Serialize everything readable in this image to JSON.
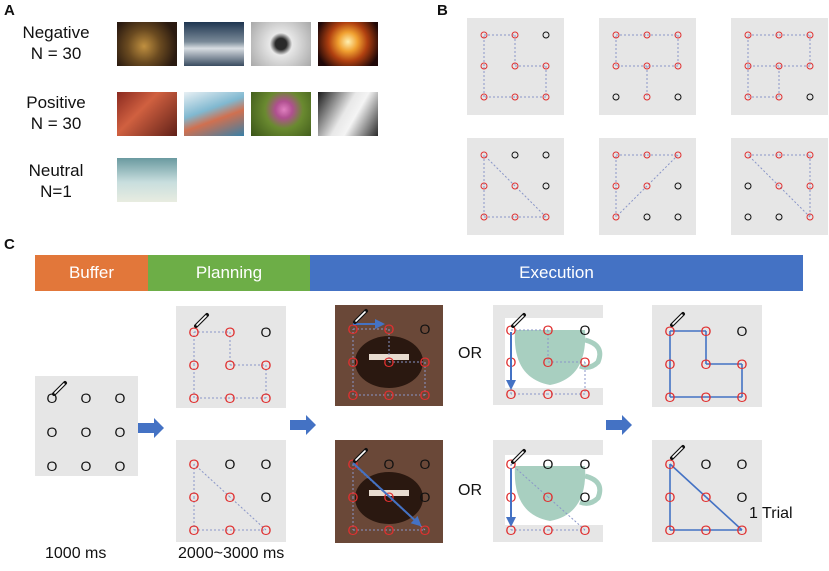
{
  "panels": {
    "a": "A",
    "b": "B",
    "c": "C"
  },
  "stimuli": [
    {
      "name": "Negative",
      "count": "N = 30"
    },
    {
      "name": "Positive",
      "count": "N = 30"
    },
    {
      "name": "Neutral",
      "count": "N=1"
    }
  ],
  "timeline": {
    "buffer": "Buffer",
    "planning": "Planning",
    "execution": "Execution"
  },
  "colors": {
    "buffer": "#E2773A",
    "planning": "#6DAE47",
    "execution": "#4472C4",
    "grid_bg": "#E6E6E6",
    "target": "#E03030",
    "non_target": "#111111",
    "path_dotted": "#8A96C8",
    "arrow": "#4472C4"
  },
  "grid_glyph": "O",
  "or_label": "OR",
  "trial_label": "1 Trial",
  "durations": {
    "buffer": "1000 ms",
    "planning": "2000~3000 ms"
  },
  "icons": [
    "pen-icon",
    "right-arrow-icon"
  ]
}
